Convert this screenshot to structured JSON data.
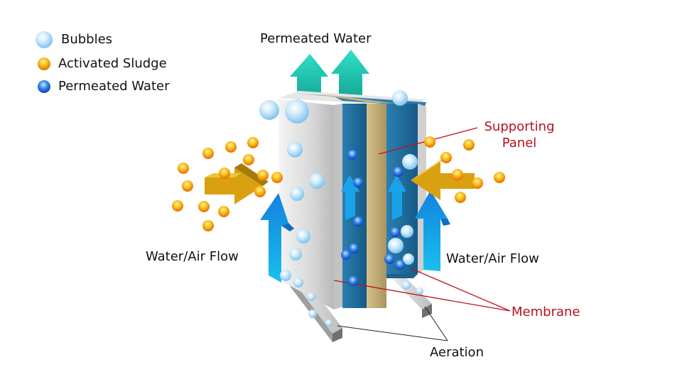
{
  "legend": [
    {
      "icon": "bubble-icon",
      "label": "Bubbles",
      "color": "#9fd6f5"
    },
    {
      "icon": "sludge-particle-icon",
      "label": "Activated Sludge",
      "color": "#f5a20a"
    },
    {
      "icon": "permeated-water-droplet-icon",
      "label": "Permeated Water",
      "color": "#1f6fe0"
    }
  ],
  "labels": {
    "permeated_water": "Permeated Water",
    "supporting_panel_line1": "Supporting",
    "supporting_panel_line2": "Panel",
    "flow_left": "Water/Air Flow",
    "flow_right": "Water/Air Flow",
    "membrane": "Membrane",
    "aeration": "Aeration"
  },
  "colors": {
    "callout_red": "#b5121b",
    "callout_black": "#111111",
    "membrane_blue": "#1f6c9a",
    "panel_tan": "#c8b27a",
    "frame_grey": "#d9d9d9",
    "permeate_arrow": "#1fbfae",
    "flow_arrow": "#1aa3e8",
    "sludge_arrow": "#d9a011"
  }
}
